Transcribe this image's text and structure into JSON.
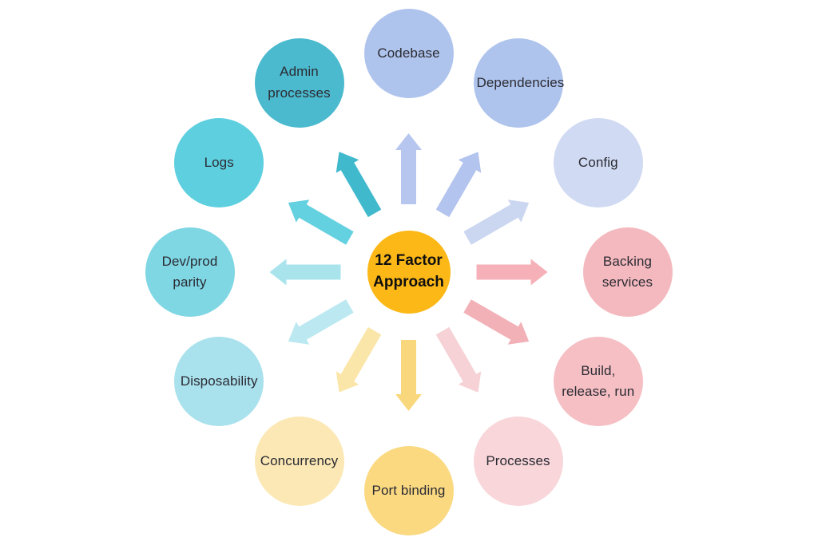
{
  "diagram": {
    "background_color": "#ffffff",
    "center": {
      "label": "12 Factor Approach",
      "color": "#FBB817",
      "text_color": "#0f0f10"
    },
    "nodes": [
      {
        "label": "Codebase",
        "color": "#AFC4ED",
        "arrow_color": "#B6C6EF",
        "angle_deg": 0
      },
      {
        "label": "Dependencies",
        "color": "#AFC4ED",
        "arrow_color": "#B3C4EE",
        "angle_deg": 30
      },
      {
        "label": "Config",
        "color": "#D0DAF2",
        "arrow_color": "#CBD7F1",
        "angle_deg": 60
      },
      {
        "label": "Backing services",
        "color": "#F4B9BE",
        "arrow_color": "#F5B1B7",
        "angle_deg": 90
      },
      {
        "label": "Build, release, run",
        "color": "#F5BFC4",
        "arrow_color": "#F2B0B7",
        "angle_deg": 120
      },
      {
        "label": "Processes",
        "color": "#F8D6DA",
        "arrow_color": "#F6D2D6",
        "angle_deg": 150
      },
      {
        "label": "Port binding",
        "color": "#FAD981",
        "arrow_color": "#F9D87D",
        "angle_deg": 180
      },
      {
        "label": "Concurrency",
        "color": "#FBE8B4",
        "arrow_color": "#FBE6AA",
        "angle_deg": 210
      },
      {
        "label": "Disposability",
        "color": "#A9E1ED",
        "arrow_color": "#BCE9F1",
        "angle_deg": 240
      },
      {
        "label": "Dev/prod parity",
        "color": "#7FD7E4",
        "arrow_color": "#A9E4EC",
        "angle_deg": 270
      },
      {
        "label": "Logs",
        "color": "#5DCFDF",
        "arrow_color": "#64D1E0",
        "angle_deg": 300
      },
      {
        "label": "Admin processes",
        "color": "#4BBACE",
        "arrow_color": "#41B9CD",
        "angle_deg": 330
      }
    ]
  }
}
